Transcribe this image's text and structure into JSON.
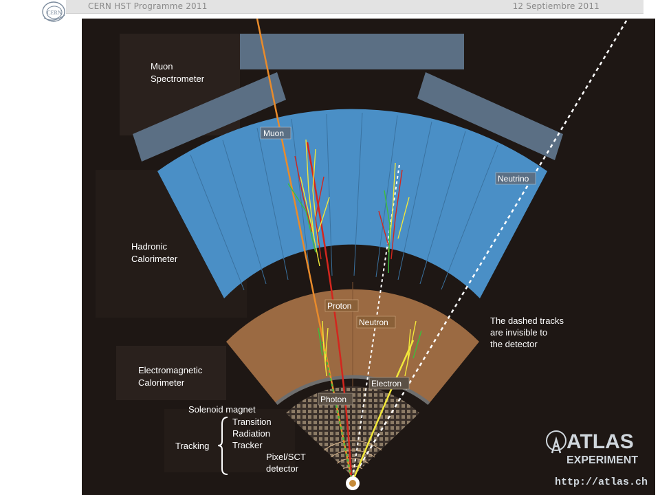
{
  "header": {
    "left": "CERN HST Programme 2011",
    "right": "12 Septiembre 2011",
    "logo_text": "CERN"
  },
  "diagram": {
    "layers": {
      "muon_spectrometer": [
        "Muon",
        "Spectrometer"
      ],
      "hadronic_calorimeter": [
        "Hadronic",
        "Calorimeter"
      ],
      "electromagnetic_calorimeter": [
        "Electromagnetic",
        "Calorimeter"
      ],
      "solenoid_magnet": "Solenoid magnet",
      "tracking": "Tracking",
      "trt": [
        "Transition",
        "Radiation",
        "Tracker"
      ],
      "pixel_sct": [
        "Pixel/SCT",
        "detector"
      ]
    },
    "particles": {
      "muon": "Muon",
      "neutrino": "Neutrino",
      "proton": "Proton",
      "neutron": "Neutron",
      "electron": "Electron",
      "photon": "Photon"
    },
    "note": [
      "The dashed tracks",
      "are invisible to",
      "the detector"
    ],
    "atlas_logo": {
      "name": "ATLAS",
      "sub": "EXPERIMENT",
      "url": "http://atlas.ch"
    },
    "colors": {
      "background": "#1e1714",
      "hadronic": "#4a8fc6",
      "em": "#9b6a42",
      "muon_chamber": "#5b6f84",
      "muon_track": "#e98b2b",
      "proton_track": "#d3261e",
      "electron_track": "#f2e83a",
      "photon_track": "#3cbf3c"
    }
  }
}
